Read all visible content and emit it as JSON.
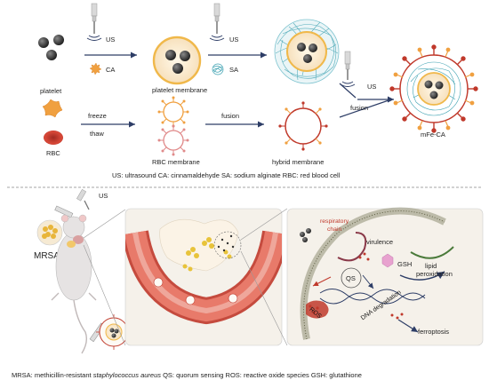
{
  "top": {
    "labels": {
      "us1": "US",
      "ca": "CA",
      "us2": "US",
      "sa": "SA",
      "us3": "US",
      "fusion1": "fusion",
      "fusion2": "fusion",
      "platelet": "platelet",
      "rbc": "RBC",
      "freeze": "freeze",
      "thaw": "thaw",
      "platelet_membrane": "platelet membrane",
      "rbc_membrane": "RBC membrane",
      "hybrid_membrane": "hybrid membrane",
      "mfe_ca": "mFe-CA"
    },
    "legend": "US: ultrasound  CA: cinnamaldehyde  SA: sodium alginate  RBC: red blood cell"
  },
  "bottom": {
    "labels": {
      "us": "US",
      "mrsa": "MRSA",
      "respiratory": "respiratory",
      "chain": "chain",
      "virulence": "virulence",
      "gsh": "GSH",
      "lipid": "lipid",
      "peroxidation": "peroxidation",
      "qs": "QS",
      "ros": "ROS",
      "dna_degradation": "DNA degradation",
      "ferroptosis": "ferroptosis"
    },
    "legend": {
      "part1": "MRSA: methicillin-resistant ",
      "italic": "staphylococcus aureus",
      "part2": " QS: quorum sensing  ROS: reactive oxide species  GSH: glutathione"
    }
  },
  "colors": {
    "arrow": "#2d3d66",
    "platelet": "#f0a040",
    "rbc": "#c0392b",
    "vessel": "#c0392b",
    "membrane_teal": "#3aa0b0",
    "panel_bg": "#f5f1ea",
    "mouse_fill": "#e6e3e3",
    "nanoparticle": "#333333"
  }
}
